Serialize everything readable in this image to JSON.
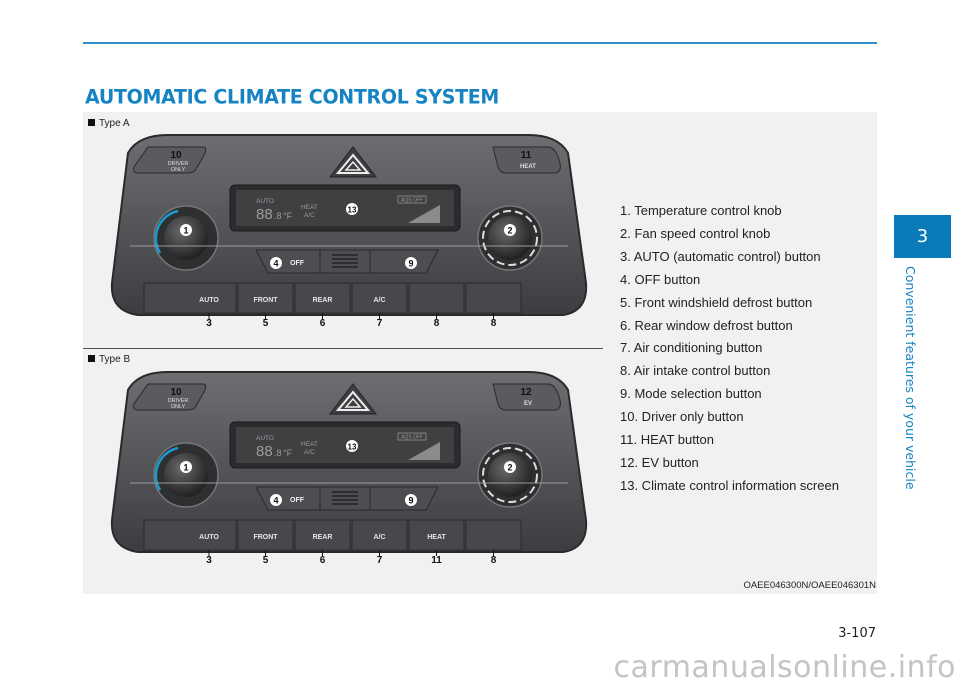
{
  "page": {
    "title": "AUTOMATIC CLIMATE CONTROL SYSTEM",
    "page_number": "3-107",
    "watermark": "carmanualsonline.info",
    "accent_color": "#1683c2"
  },
  "chapter": {
    "number": "3",
    "title": "Convenient features of your vehicle"
  },
  "figure": {
    "code": "OAEE046300N/OAEE046301N",
    "type_a": {
      "label": "Type A",
      "top_left_button": {
        "callout": "10",
        "line1": "DRIVER",
        "line2": "ONLY"
      },
      "top_right_button": {
        "callout": "11",
        "label": "HEAT"
      },
      "display": {
        "callout": "13",
        "mode": "AUTO",
        "temp": "88",
        "temp_decimal": ".8",
        "unit": "°F",
        "heat": "HEAT",
        "ac": "A/C",
        "aqs": "AQS OFF"
      },
      "knob_left_callout": "1",
      "knob_right_callout": "2",
      "off_button": {
        "callout": "4",
        "label": "OFF"
      },
      "mode_button_callout": "9",
      "bottom_buttons": [
        {
          "label": "AUTO",
          "callout": "3"
        },
        {
          "label": "FRONT",
          "callout": "5"
        },
        {
          "label": "REAR",
          "callout": "6"
        },
        {
          "label": "A/C",
          "callout": "7"
        },
        {
          "label": "",
          "callout": "8"
        },
        {
          "label": "",
          "callout": "8"
        }
      ]
    },
    "type_b": {
      "label": "Type B",
      "top_left_button": {
        "callout": "10",
        "line1": "DRIVER",
        "line2": "ONLY"
      },
      "top_right_button": {
        "callout": "12",
        "label": "EV"
      },
      "display": {
        "callout": "13",
        "mode": "AUTO",
        "temp": "88",
        "temp_decimal": ".8",
        "unit": "°F",
        "heat": "HEAT",
        "ac": "A/C",
        "aqs": "AQS OFF"
      },
      "knob_left_callout": "1",
      "knob_right_callout": "2",
      "off_button": {
        "callout": "4",
        "label": "OFF"
      },
      "mode_button_callout": "9",
      "bottom_buttons": [
        {
          "label": "AUTO",
          "callout": "3"
        },
        {
          "label": "FRONT",
          "callout": "5"
        },
        {
          "label": "REAR",
          "callout": "6"
        },
        {
          "label": "A/C",
          "callout": "7"
        },
        {
          "label": "HEAT",
          "callout": "11"
        },
        {
          "label": "",
          "callout": "8"
        }
      ]
    }
  },
  "legend": [
    "1. Temperature control knob",
    "2. Fan speed control knob",
    "3. AUTO (automatic control) button",
    "4. OFF button",
    "5. Front windshield defrost button",
    "6. Rear window defrost button",
    "7. Air conditioning button",
    "8. Air intake control button",
    "9. Mode selection button",
    "10. Driver only button",
    "11. HEAT button",
    "12. EV button",
    "13. Climate control information screen"
  ]
}
